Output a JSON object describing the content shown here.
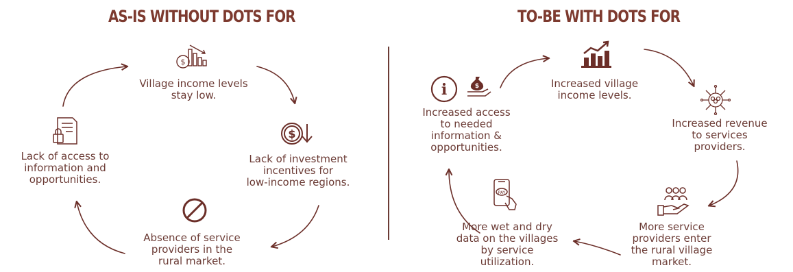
{
  "left": {
    "title": "AS-IS WITHOUT DOTS FOR",
    "nodes": [
      {
        "text": "Village income levels\nstay low.",
        "icon": "income-down-chart-icon"
      },
      {
        "text": "Lack of investment\nincentives for\nlow-income regions.",
        "icon": "dollar-down-arrow-icon"
      },
      {
        "text": "Absence of service\nproviders in the\nrural market.",
        "icon": "prohibited-icon"
      },
      {
        "text": "Lack of access to\ninformation and\nopportunities.",
        "icon": "locked-document-icon"
      }
    ]
  },
  "right": {
    "title": "TO-BE WITH DOTS FOR",
    "nodes": [
      {
        "text": "Increased village\nincome levels.",
        "icon": "growth-chart-icon"
      },
      {
        "text": "Increased revenue\nto services\nproviders.",
        "icon": "people-network-icon"
      },
      {
        "text": "More service\nproviders enter\nthe rural village\nmarket.",
        "icon": "hand-people-icon"
      },
      {
        "text": "More wet and dry\ndata on the villages\nby service\nutilization.",
        "icon": "phone-pay-icon"
      },
      {
        "text": "Increased access\nto needed\ninformation &\nopportunities.",
        "icon": "info-money-hand-icon"
      }
    ]
  },
  "colors": {
    "text": "#6b3b35",
    "title": "#7d3a2f",
    "stroke": "#6b2e28"
  }
}
